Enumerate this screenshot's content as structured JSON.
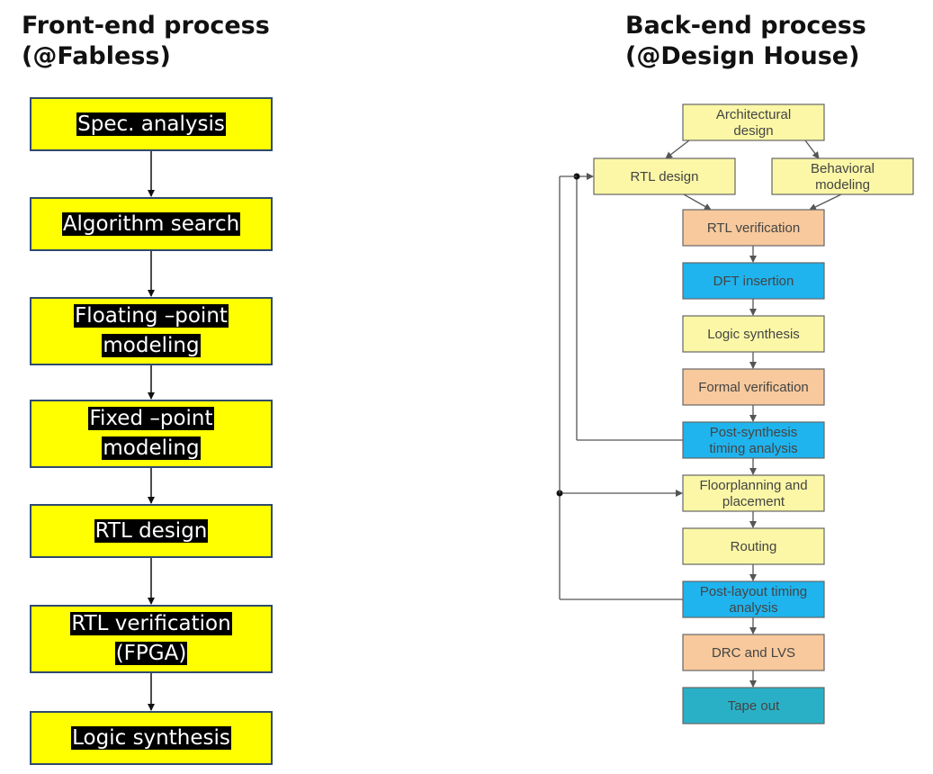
{
  "left": {
    "title": "Front-end process\n(@Fabless)",
    "steps": [
      "Spec. analysis",
      "Algorithm search",
      "Floating –point\nmodeling",
      "Fixed –point\nmodeling",
      "RTL design",
      "RTL verification\n(FPGA)",
      "Logic synthesis"
    ]
  },
  "right": {
    "title": "Back-end process\n(@Design House)",
    "steps": [
      "Architectural\ndesign",
      "RTL design",
      "Behavioral\nmodeling",
      "RTL verification",
      "DFT insertion",
      "Logic synthesis",
      "Formal verification",
      "Post-synthesis\ntiming analysis",
      "Floorplanning and\nplacement",
      "Routing",
      "Post-layout timing\nanalysis",
      "DRC and LVS",
      "Tape out"
    ]
  },
  "colors": {
    "front_box": "#ffff00",
    "back_yellow": "#fbf7a6",
    "back_orange": "#f7c99c",
    "back_blue": "#1fb4ee",
    "back_teal": "#2ab0c6"
  }
}
